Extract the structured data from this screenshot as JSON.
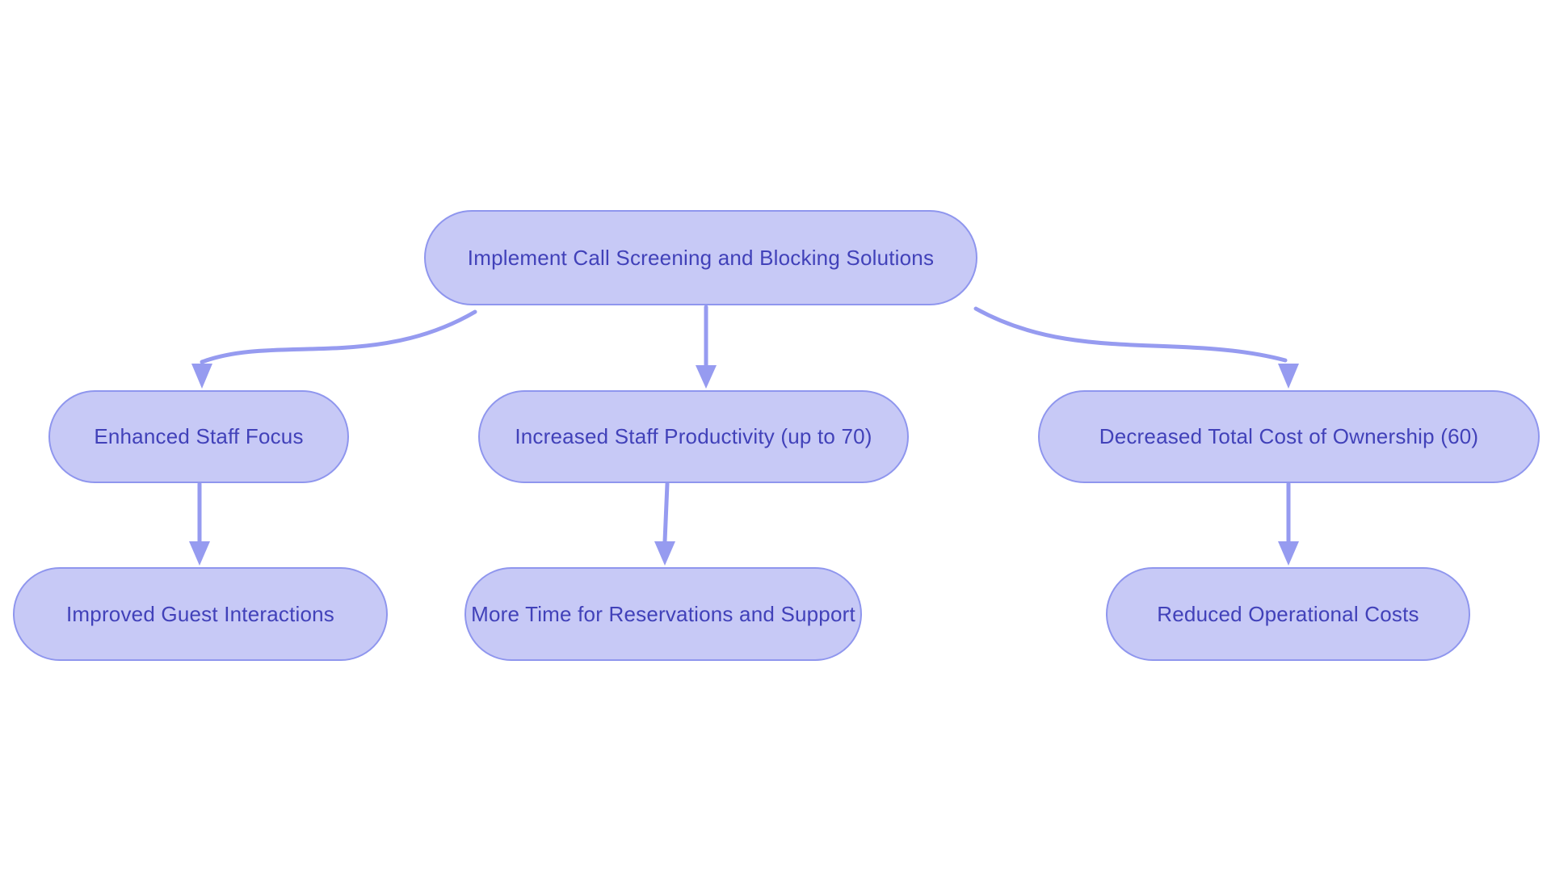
{
  "diagram": {
    "type": "flowchart",
    "direction": "top-down",
    "colors": {
      "background": "#ffffff",
      "node_fill": "#c7c9f6",
      "node_border": "#8f96ee",
      "text_color": "#4141b9",
      "arrow_color": "#969bf0"
    },
    "nodes": {
      "root": {
        "label": "Implement Call Screening and Blocking Solutions"
      },
      "mid_left": {
        "label": "Enhanced Staff Focus"
      },
      "mid_center": {
        "label": "Increased Staff Productivity (up to 70)"
      },
      "mid_right": {
        "label": "Decreased Total Cost of Ownership (60)"
      },
      "bottom_left": {
        "label": "Improved Guest Interactions"
      },
      "bottom_center": {
        "label": "More Time for Reservations and Support"
      },
      "bottom_right": {
        "label": "Reduced Operational Costs"
      }
    },
    "edges": [
      {
        "from": "root",
        "to": "mid_left"
      },
      {
        "from": "root",
        "to": "mid_center"
      },
      {
        "from": "root",
        "to": "mid_right"
      },
      {
        "from": "mid_left",
        "to": "bottom_left"
      },
      {
        "from": "mid_center",
        "to": "bottom_center"
      },
      {
        "from": "mid_right",
        "to": "bottom_right"
      }
    ]
  }
}
